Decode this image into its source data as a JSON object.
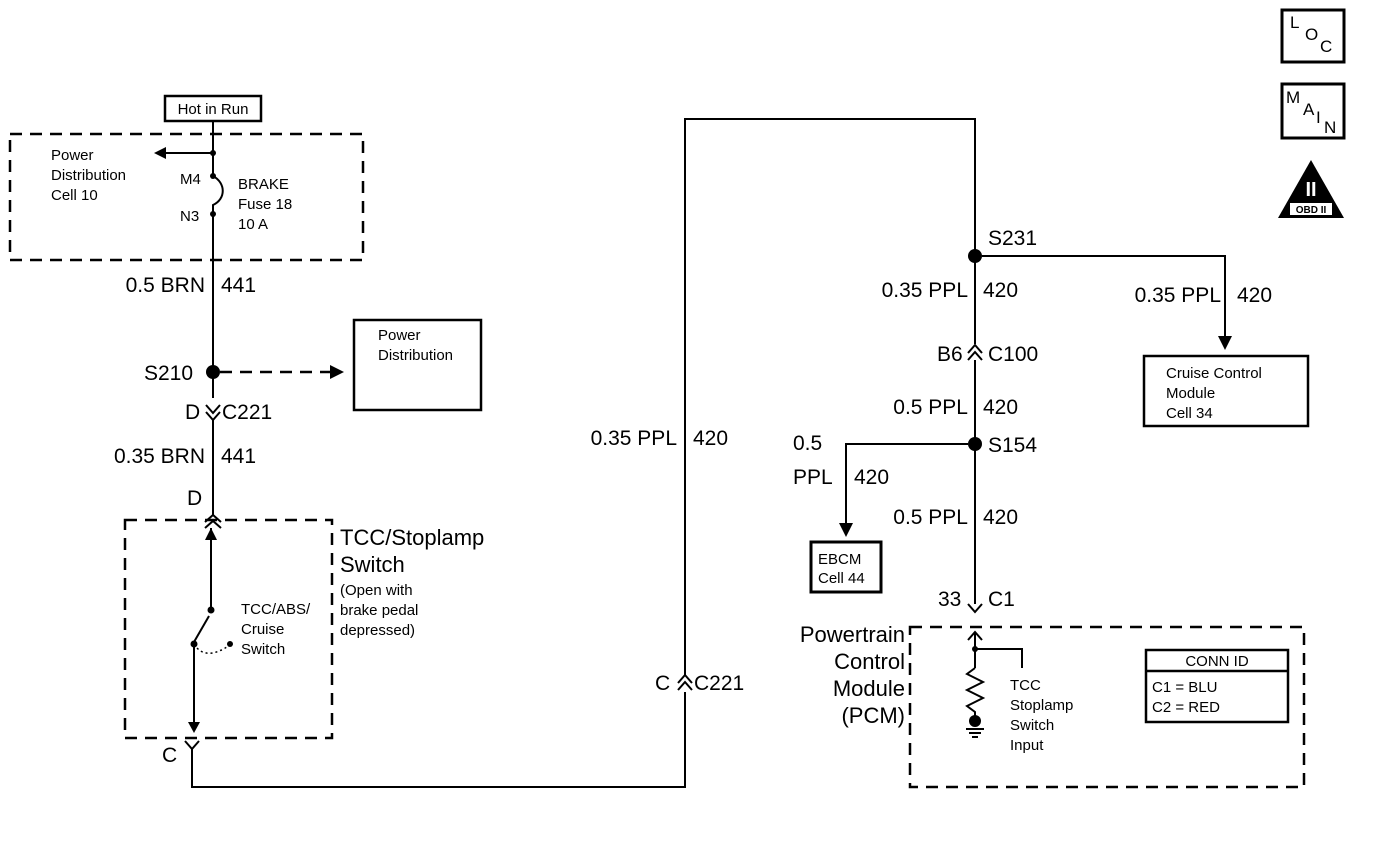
{
  "icons": {
    "loc": {
      "l": "L",
      "o": "O",
      "c": "C"
    },
    "main": {
      "m": "M",
      "a": "A",
      "i": "I",
      "n": "N"
    },
    "obd": {
      "roman": "II",
      "text": "OBD II"
    }
  },
  "hot_in_run": "Hot in Run",
  "fuse_block": {
    "dest_line1": "Power",
    "dest_line2": "Distribution",
    "dest_line3": "Cell 10",
    "pin_in": "M4",
    "pin_out": "N3",
    "fuse_line1": "BRAKE",
    "fuse_line2": "Fuse 18",
    "fuse_line3": "10 A"
  },
  "wires": {
    "w441_a": "0.5 BRN",
    "w441_a_num": "441",
    "w441_b": "0.35 BRN",
    "w441_b_num": "441",
    "w420_long": "0.35 PPL",
    "w420_long_num": "420",
    "w420_s231": "0.35 PPL",
    "w420_s231_num": "420",
    "w420_cruise": "0.35 PPL",
    "w420_cruise_num": "420",
    "w420_c100": "0.5 PPL",
    "w420_c100_num": "420",
    "w420_ebcm_a": "0.5",
    "w420_ebcm_b": "PPL",
    "w420_ebcm_num": "420",
    "w420_pcm": "0.5 PPL",
    "w420_pcm_num": "420"
  },
  "splices": {
    "s210": "S210",
    "s231": "S231",
    "s154": "S154"
  },
  "connectors": {
    "c221_top_pin": "D",
    "c221_top_name": "C221",
    "switch_top_pin": "D",
    "switch_bottom_pin": "C",
    "c221_mid_pin": "C",
    "c221_mid_name": "C221",
    "c100_pin": "B6",
    "c100_name": "C100",
    "c1_pin": "33",
    "c1_name": "C1"
  },
  "power_distribution": {
    "line1": "Power",
    "line2": "Distribution"
  },
  "switch": {
    "title_line1": "TCC/Stoplamp",
    "title_line2": "Switch",
    "note_line1": "(Open with",
    "note_line2": "brake pedal",
    "note_line3": "depressed)",
    "inner_line1": "TCC/ABS/",
    "inner_line2": "Cruise",
    "inner_line3": "Switch"
  },
  "cruise": {
    "line1": "Cruise Control",
    "line2": "Module",
    "line3": "Cell 34"
  },
  "ebcm": {
    "line1": "EBCM",
    "line2": "Cell 44"
  },
  "pcm": {
    "line1": "Powertrain",
    "line2": "Control",
    "line3": "Module",
    "line4": "(PCM)",
    "input_line1": "TCC",
    "input_line2": "Stoplamp",
    "input_line3": "Switch",
    "input_line4": "Input"
  },
  "conn_id": {
    "title": "CONN ID",
    "row1": "C1 = BLU",
    "row2": "C2 = RED"
  }
}
